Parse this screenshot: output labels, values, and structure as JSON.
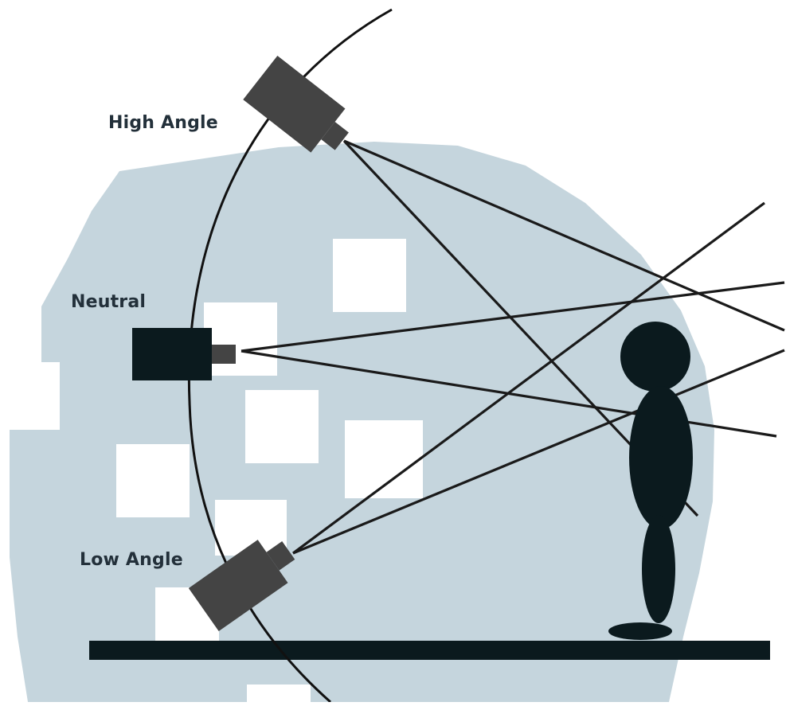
{
  "labels": {
    "high": "High Angle",
    "neutral": "Neutral",
    "low": "Low Angle"
  },
  "cameras": [
    {
      "id": "high",
      "position": "top of arc",
      "tilt": "pointing down"
    },
    {
      "id": "neutral",
      "position": "middle of arc",
      "tilt": "level"
    },
    {
      "id": "low",
      "position": "bottom of arc",
      "tilt": "pointing up"
    }
  ],
  "colors": {
    "background_shape": "#c5d5dd",
    "window": "#ffffff",
    "camera": "#444444",
    "camera_neutral": "#0b1a1e",
    "figure": "#0b1a1e",
    "ground": "#0b1a1e",
    "arc": "#111111",
    "sight_lines": "#1a1a1a",
    "label": "#23303a"
  },
  "icons": [
    "high-angle-camera-icon",
    "neutral-camera-icon",
    "low-angle-camera-icon",
    "person-figure-icon"
  ]
}
